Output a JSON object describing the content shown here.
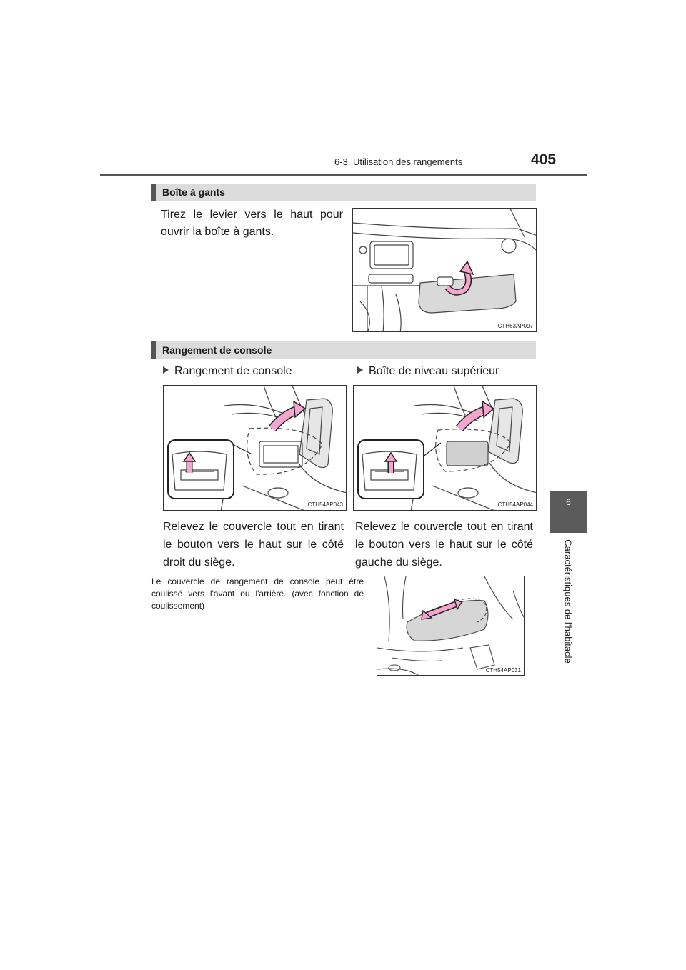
{
  "header": {
    "section_title": "6-3. Utilisation des rangements",
    "page_number": "405"
  },
  "side_tab": {
    "chapter_number": "6",
    "chapter_title": "Caractéristiques de l’habitacle"
  },
  "glove_box": {
    "heading": "Boîte à gants",
    "text": "Tirez le levier vers le haut pour ouvrir la boîte à gants.",
    "figure_code": "CTH63AP097"
  },
  "console": {
    "heading": "Rangement de console",
    "left": {
      "subtitle": "Rangement de console",
      "figure_code": "CTH54AP043",
      "text": "Relevez le couvercle tout en tirant le bouton vers le haut sur le côté droit du siège."
    },
    "right": {
      "subtitle": "Boîte de niveau supérieur",
      "figure_code": "CTH54AP044",
      "text": "Relevez le couvercle tout en tirant le bouton vers le haut sur le côté gauche du siège."
    }
  },
  "note": {
    "text": "Le couvercle de rangement de console peut être coulissé vers l'avant ou l'arrière. (avec fonction de coulissement)",
    "figure_code": "CTH54AP031"
  },
  "colors": {
    "arrow_pink": "#f4a6cf",
    "bar_gray": "#dcdcdc",
    "tab_gray": "#5b5b5b"
  }
}
